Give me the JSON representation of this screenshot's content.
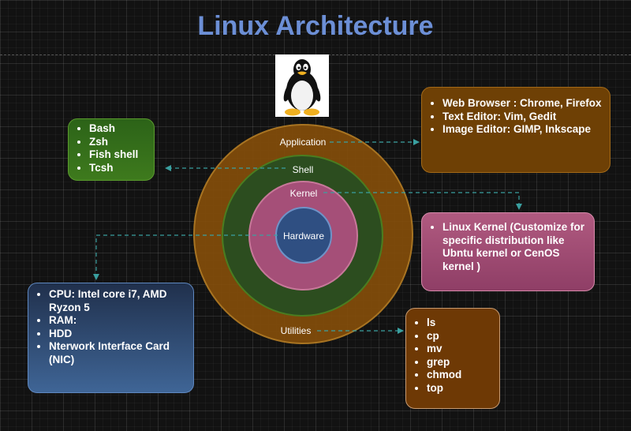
{
  "title": "Linux Architecture",
  "rings": {
    "application": "Application",
    "shell": "Shell",
    "kernel": "Kernel",
    "hardware": "Hardware",
    "utilities": "Utilities"
  },
  "cards": {
    "shells": [
      "Bash",
      "Zsh",
      "Fish shell",
      "Tcsh"
    ],
    "applications": [
      "Web Browser : Chrome, Firefox",
      "Text Editor: Vim, Gedit",
      "Image Editor: GIMP, Inkscape"
    ],
    "kernel": [
      "Linux Kernel (Customize for specific distribution like Ubntu kernel or CenOS kernel )"
    ],
    "hardware": [
      "CPU: Intel core i7, AMD Ryzon 5",
      "RAM:",
      "HDD",
      "Nterwork Interface Card (NIC)"
    ],
    "utilities": [
      "ls",
      "cp",
      "mv",
      "grep",
      "chmod",
      "top"
    ]
  },
  "colors": {
    "title": "#6c8fd6",
    "connector": "#3aa0a0",
    "application_ring": "#834d0a",
    "shell_ring": "#2c4d1f",
    "kernel_ring": "#a54f78",
    "hardware_ring": "#2f4f82"
  },
  "icons": {
    "logo": "tux-penguin-icon"
  }
}
